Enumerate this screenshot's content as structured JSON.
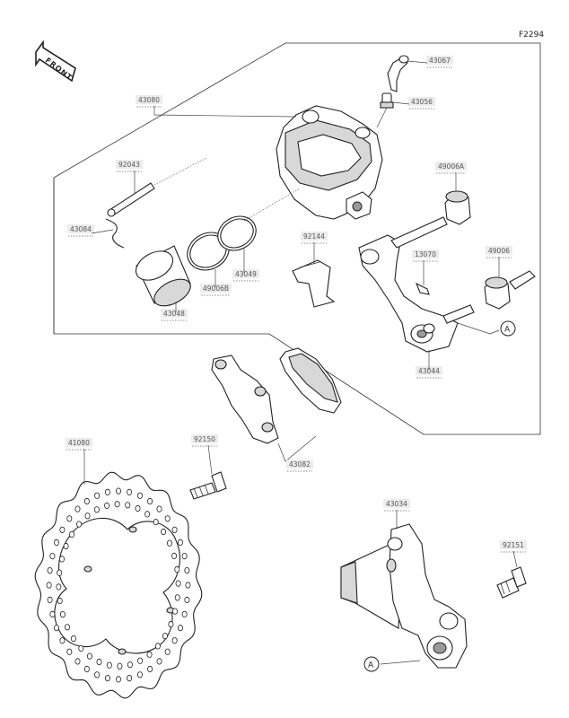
{
  "figure_code": "F2294",
  "front_label": "FRONT",
  "ref_marker": "A",
  "parts": [
    {
      "id": "43067"
    },
    {
      "id": "43056"
    },
    {
      "id": "43080"
    },
    {
      "id": "92043"
    },
    {
      "id": "43084"
    },
    {
      "id": "49006A"
    },
    {
      "id": "92144"
    },
    {
      "id": "13070"
    },
    {
      "id": "49006"
    },
    {
      "id": "43049"
    },
    {
      "id": "49006B"
    },
    {
      "id": "43048"
    },
    {
      "id": "43044"
    },
    {
      "id": "41080"
    },
    {
      "id": "92150"
    },
    {
      "id": "43082"
    },
    {
      "id": "43034"
    },
    {
      "id": "92151"
    }
  ]
}
